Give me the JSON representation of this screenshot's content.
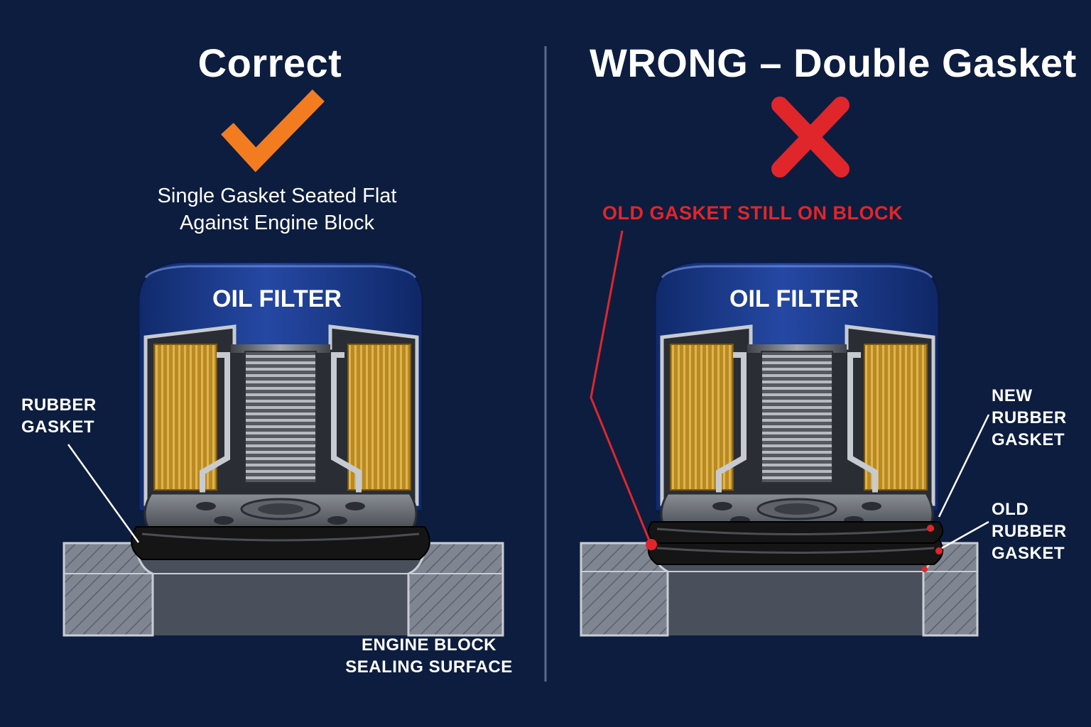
{
  "left_panel": {
    "title": "Correct",
    "status_icon": "check-icon",
    "subtitle_lines": [
      "Single Gasket Seated Flat",
      "Against Engine Block"
    ],
    "filter_label": "OIL FILTER",
    "gasket_callout": [
      "RUBBER",
      "GASKET"
    ],
    "block_callout": [
      "ENGINE BLOCK",
      "SEALING SURFACE"
    ]
  },
  "right_panel": {
    "title": "WRONG – Double Gasket",
    "status_icon": "cross-icon",
    "warning_label": "OLD GASKET STILL ON BLOCK",
    "filter_label": "OIL FILTER",
    "new_gasket_callout": [
      "NEW",
      "RUBBER",
      "GASKET"
    ],
    "old_gasket_callout": [
      "OLD",
      "RUBBER",
      "GASKET"
    ]
  },
  "colors": {
    "background": "#0d1d3f",
    "check": "#f47c20",
    "cross": "#e0262b",
    "filter_can": "#1f3f94",
    "filter_media": "#c9962e",
    "engine_block": "#4a4f5c",
    "gasket": "#151515"
  }
}
